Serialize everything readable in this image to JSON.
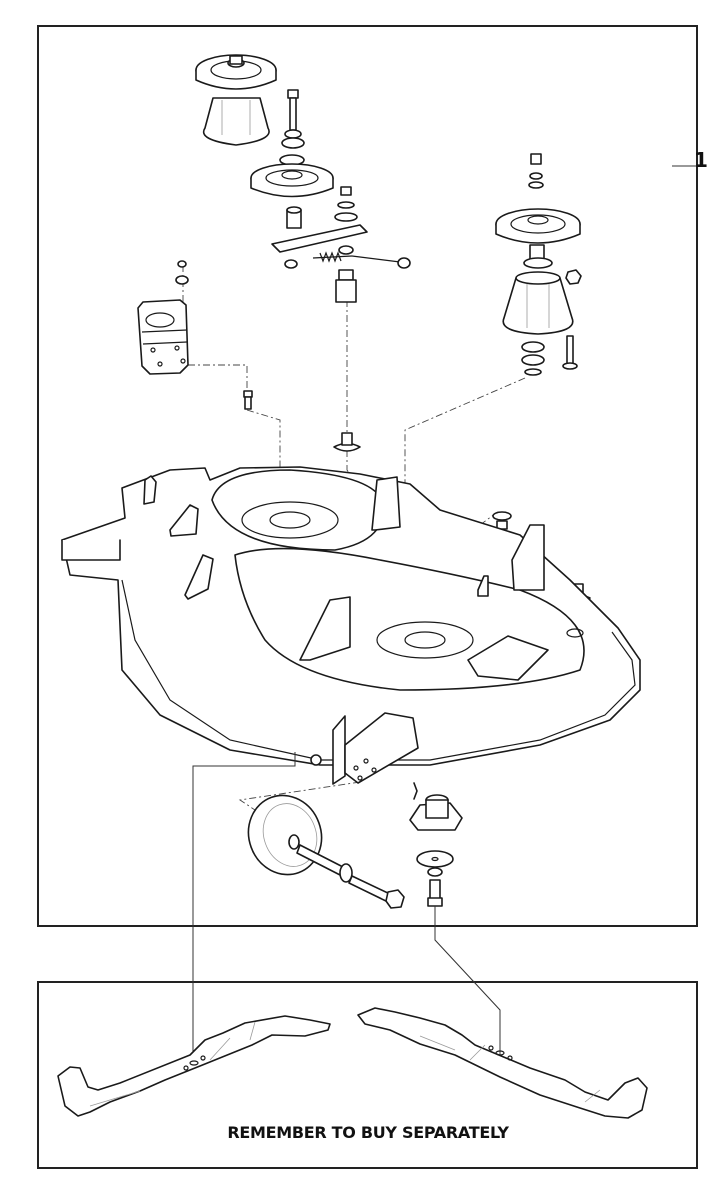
{
  "diagram": {
    "callout_number": "1",
    "note": "REMEMBER TO BUY SEPARATELY",
    "parts": [
      "spindle-assembly-left",
      "idler-pulley",
      "idler-arm",
      "tension-spring",
      "spindle-assembly-right",
      "mounting-bracket",
      "mower-deck",
      "gauge-wheel",
      "blade-adapter",
      "blade-left",
      "blade-right"
    ]
  }
}
